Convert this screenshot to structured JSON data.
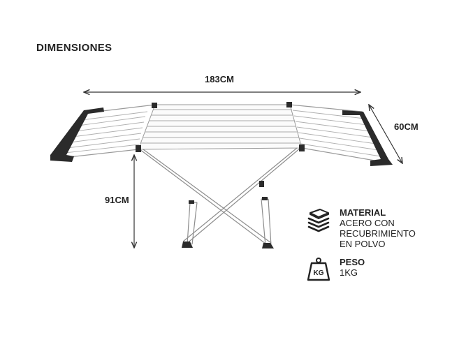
{
  "title": "DIMENSIONES",
  "dimensions": {
    "width": "183CM",
    "depth": "60CM",
    "height": "91CM"
  },
  "specs": {
    "material_label": "MATERIAL",
    "material_value": "ACERO CON\nRECUBRIMIENTO\nEN POLVO",
    "material_icon": "layers-icon",
    "weight_label": "PESO",
    "weight_value": "1KG",
    "weight_icon": "kg-weight-icon",
    "weight_icon_text": "KG"
  },
  "colors": {
    "frame": "#f2f2f2",
    "frame_outline": "#9a9a9a",
    "plastic": "#2b2b2b",
    "text": "#222222"
  }
}
